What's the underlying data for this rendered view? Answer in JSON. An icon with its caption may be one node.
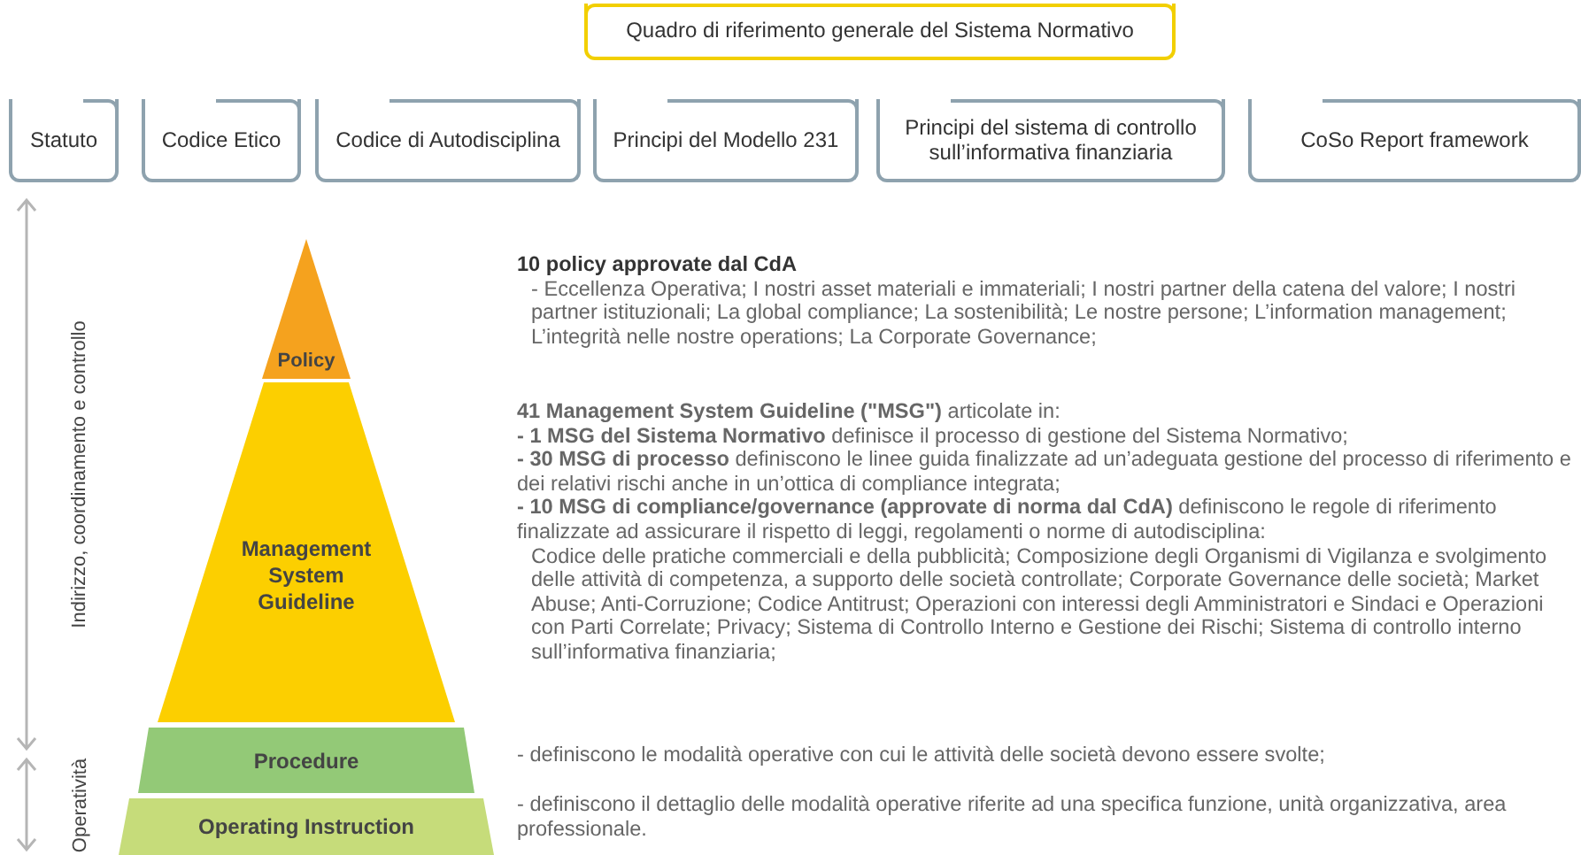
{
  "diagram": {
    "nodes": [
      {
        "text": [
          "Quadro di riferimento generale del Sistema Normativo"
        ]
      },
      {
        "text": [
          "Statuto"
        ]
      },
      {
        "text": [
          "Codice Etico"
        ]
      },
      {
        "text": [
          "Codice di Autodisciplina"
        ]
      },
      {
        "text": [
          "Principi del Modello 231"
        ]
      },
      {
        "text": [
          "Principi del sistema di controllo sull’informativa finanziaria"
        ]
      },
      {
        "text": [
          "CoSo Report framework"
        ]
      },
      {
        "text": [
          "Policy"
        ],
        "beside": [
          "10 policy approvate dal CdA",
          "- Eccellenza Operativa; I nostri asset materiali e immateriali; I nostri partner della catena del valore; I nostri partner istituzionali; La global compliance; La sostenibilità; Le nostre persone; L’information management; L’integrità nelle nostre operations; La Corporate Governance;"
        ]
      },
      {
        "text": [
          "Management System Guideline"
        ],
        "beside": [
          "**41 Management System Guideline (\"MSG\")** articolate in:",
          "**- 1 MSG del Sistema Normativo** definisce il processo di gestione del Sistema Normativo;",
          "**- 30 MSG di processo** definiscono le linee guida finalizzate ad un’adeguata gestione del processo di riferimento e dei relativi rischi anche in un’ottica di compliance integrata;",
          "**- 10 MSG di compliance/governance (approvate di norma dal CdA)** definiscono le regole di riferimento finalizzate ad assicurare il rispetto di leggi, regolamenti o norme di autodisciplina:",
          "Codice delle pratiche commerciali e della pubblicità; Composizione degli Organismi di Vigilanza e svolgimento delle attività di competenza, a supporto delle società controllate; Corporate Governance delle società; Market Abuse; Anti-Corruzione; Codice Antitrust; Operazioni con interessi degli Amministratori e Sindaci e Operazioni con Parti Correlate; Privacy; Sistema di Controllo Interno e Gestione dei Rischi; Sistema di controllo interno sull’informativa finanziaria;"
        ]
      },
      {
        "text": [
          "Procedure"
        ],
        "beside": [
          "- definiscono le modalità operative con cui le attività delle società devono essere svolte;"
        ]
      },
      {
        "text": [
          "Operating Instruction"
        ],
        "beside": [
          "- definiscono il dettaglio delle modalità operative riferite ad una specifica funzione, unità organizzativa, area professionale."
        ]
      }
    ],
    "labels": [
      "Indirizzo, coordinamento e controllo",
      "Operatività"
    ]
  }
}
